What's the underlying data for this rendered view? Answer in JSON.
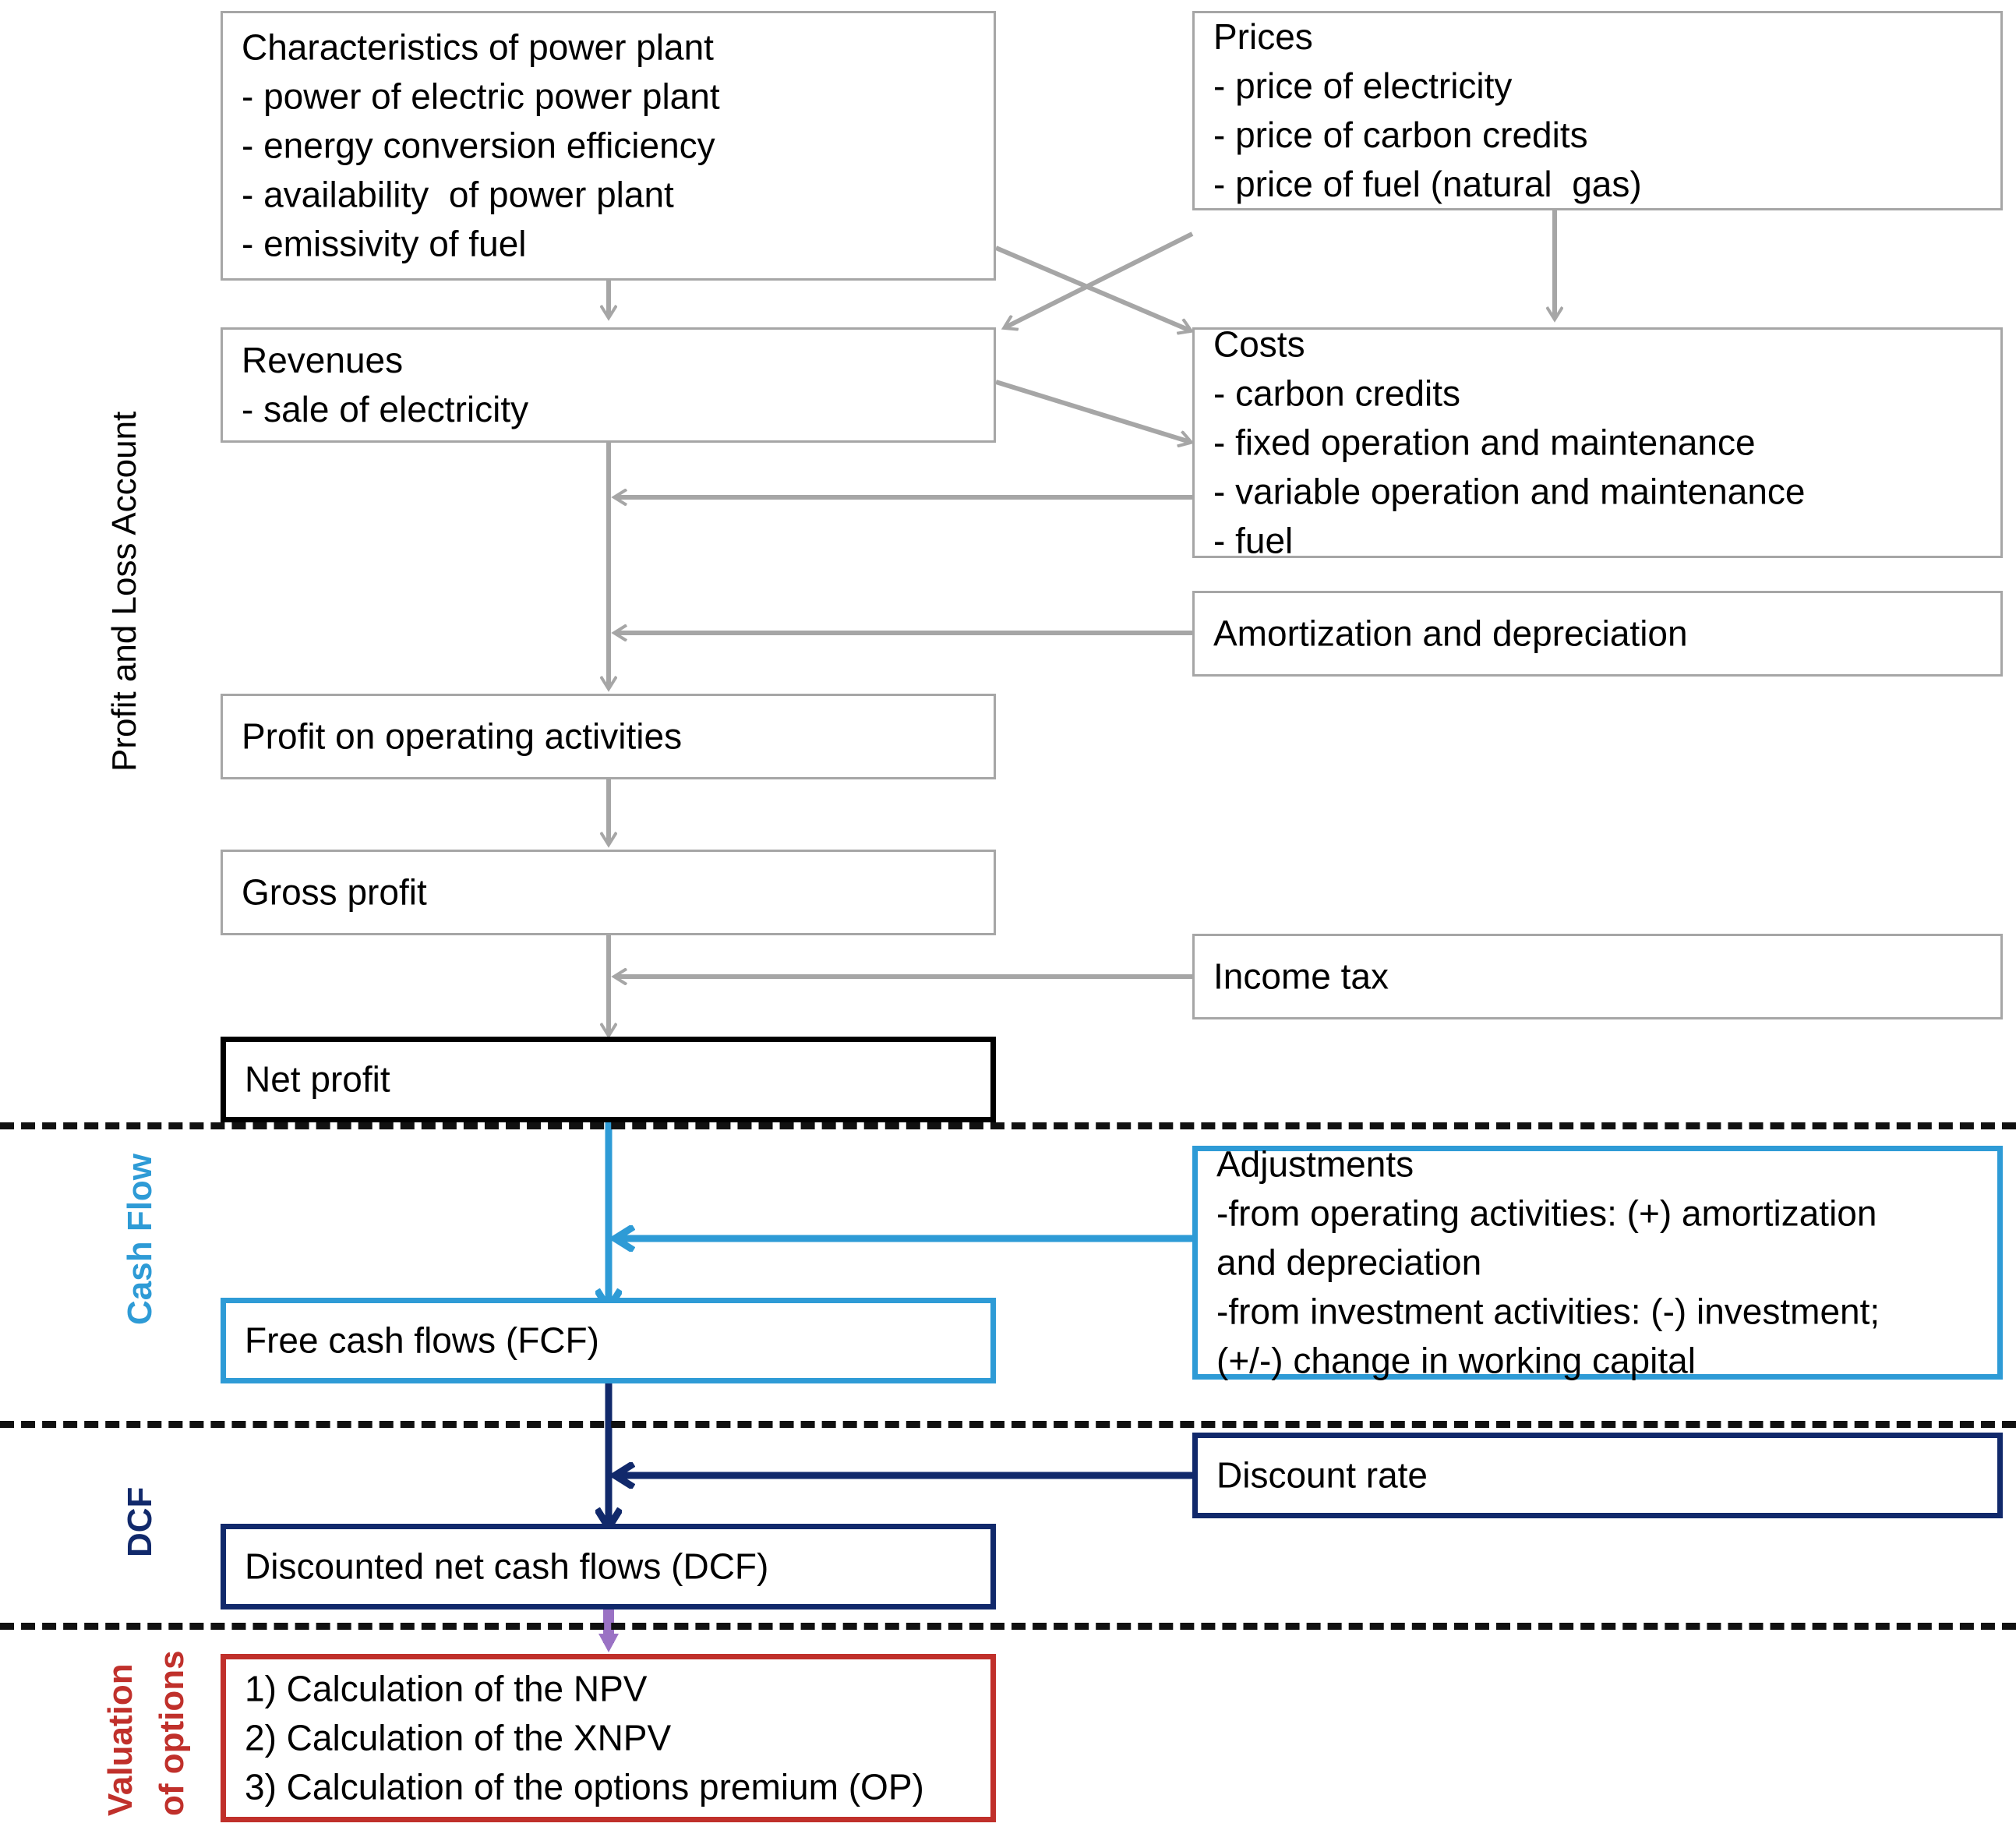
{
  "diagram": {
    "title": "Financial model flow: Profit and Loss Account, Cash Flow, DCF and Valuation of options",
    "section_labels": [
      {
        "id": "profit-and-loss",
        "text": "Profit and Loss Account",
        "color": "#000000"
      },
      {
        "id": "cash-flow",
        "text": "Cash Flow",
        "color": "#2e9bd6"
      },
      {
        "id": "dcf",
        "text": "DCF",
        "color": "#11296b"
      },
      {
        "id": "valuation-line1",
        "text": "Valuation",
        "color": "#c0302b"
      },
      {
        "id": "valuation-line2",
        "text": "of options",
        "color": "#c0302b"
      }
    ],
    "boxes": {
      "characteristics": {
        "title": "Characteristics of power plant",
        "items": [
          "- power of electric power plant",
          "- energy conversion efficiency",
          "- availability  of power plant",
          "- emissivity of fuel"
        ]
      },
      "prices": {
        "title": "Prices",
        "items": [
          "- price of electricity",
          "- price of carbon credits",
          "- price of fuel (natural  gas)"
        ]
      },
      "revenues": {
        "title": "Revenues",
        "items": [
          "- sale of electricity"
        ]
      },
      "costs": {
        "title": "Costs",
        "items": [
          "- carbon credits",
          "- fixed operation and maintenance",
          "- variable operation and maintenance",
          "- fuel"
        ]
      },
      "amortization": {
        "title": "Amortization and depreciation",
        "items": []
      },
      "profit_operating": {
        "title": "Profit on operating activities",
        "items": []
      },
      "gross_profit": {
        "title": "Gross profit",
        "items": []
      },
      "income_tax": {
        "title": "Income tax",
        "items": []
      },
      "net_profit": {
        "title": "Net profit",
        "items": []
      },
      "adjustments": {
        "title": "Adjustments",
        "items": [
          "-from operating activities: (+) amortization",
          "and depreciation",
          "-from investment activities: (-) investment;",
          "(+/-) change in working capital"
        ]
      },
      "fcf": {
        "title": "Free cash flows (FCF)",
        "items": []
      },
      "discount_rate": {
        "title": "Discount rate",
        "items": []
      },
      "dcf": {
        "title": "Discounted net cash flows (DCF)",
        "items": []
      },
      "valuation": {
        "title": "",
        "items": [
          "1) Calculation of the NPV",
          "2) Calculation of the XNPV",
          "3) Calculation of the options premium (OP)"
        ]
      }
    },
    "colors": {
      "grey_line": "#a6a6a6",
      "black": "#000000",
      "light_blue": "#2e9bd6",
      "navy": "#11296b",
      "red": "#c0302b",
      "purple": "#9a72c4"
    }
  }
}
